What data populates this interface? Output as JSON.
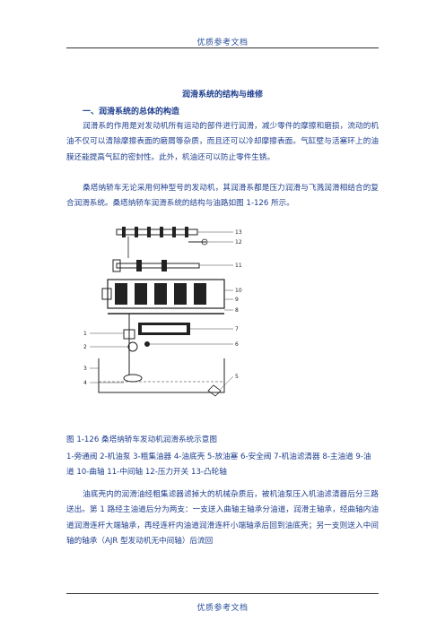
{
  "header": {
    "text": "优质参考文档"
  },
  "footer": {
    "text": "优质参考文档"
  },
  "doc": {
    "title": "润滑系统的结构与维修",
    "section1": "一、润滑系统的总体的构造",
    "para1": "润滑系的作用是对发动机所有运动的部件进行润滑，减少零件的摩擦和磨损，流动的机油不仅可以清除摩擦表面的磨屑等杂质，而且还可以冷却摩擦表面。气缸壁与活塞环上的油膜还能提高气缸的密封性。此外，机油还可以防止零件生锈。",
    "para2": "桑塔纳轿车无论采用何种型号的发动机，其润滑系都是压力润滑与飞溅润滑相结合的复合润滑系统。桑塔纳轿车润滑系统的结构与油路如图 1-126 所示。",
    "figure_caption": "图 1-126 桑塔纳轿车发动机润滑系统示意图",
    "legend": "1-旁通阀 2-机油泵 3-粗集油器 4-油底壳 5-放油塞 6-安全阀 7-机油滤清器 8-主油道 9-油道 10-曲轴 11-中间轴 12-压力开关 13-凸轮轴",
    "para3": "油底壳内的润滑油经粗集滤器滤掉大的机械杂质后，被机油泵压入机油滤清器后分三路送出。第 1 路经主油道后分为两支：一支送入曲轴主轴承分油道，润滑主轴承，经曲轴内油道润滑连杆大端轴承，再经连杆内油道润滑连杆小端轴承后回到油底壳；另一支则送入中间轴的轴承（AJR 型发动机无中间轴）后流回"
  },
  "diagram": {
    "labels": [
      "1",
      "2",
      "3",
      "4",
      "5",
      "6",
      "7",
      "8",
      "9",
      "10",
      "11",
      "12",
      "13"
    ]
  }
}
